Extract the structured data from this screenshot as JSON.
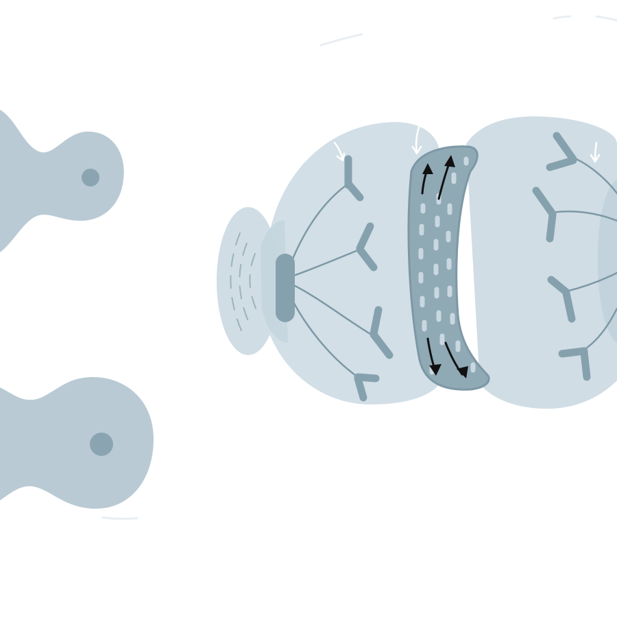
{
  "figure": {
    "labels": [],
    "colors": {
      "background": "#ffffff",
      "cell_body": "#b9cad4",
      "nucleus": "#8aa5b1",
      "bulb_light": "#d0dde5",
      "bulb_dark": "#c2d3dd",
      "ring": "#8fa9b5",
      "ring_edge": "#7d98a5",
      "ring_dash": "#c9d8e0",
      "lines": "#7d98a5",
      "receptor": "#86a1ae",
      "disc": "#b5c8d2",
      "arrow_in": "#ffffff",
      "arrow_ring": "#111111",
      "outline_stroke": "#e8eef2"
    },
    "cells": [
      "cell-top",
      "cell-bottom"
    ],
    "parts": [
      "left-bulb",
      "right-bulb",
      "contact-disc",
      "central-ring",
      "receptors",
      "white-arrows",
      "black-arrows"
    ]
  }
}
